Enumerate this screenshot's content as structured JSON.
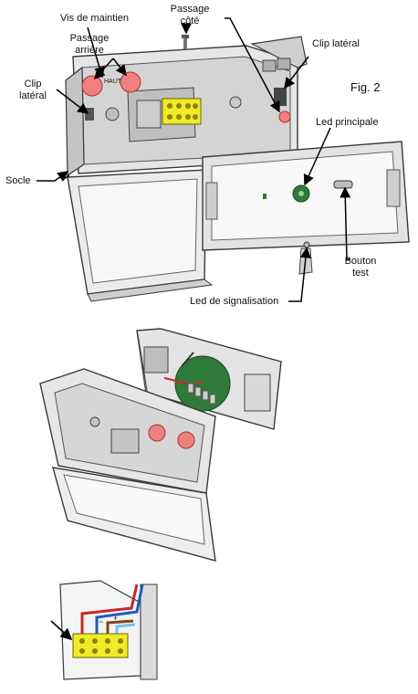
{
  "labels": {
    "vis_maintien": "Vis de maintien",
    "passage_cote_1": "Passage",
    "passage_cote_2": "côté",
    "passage_arriere_1": "Passage",
    "passage_arriere_2": "arrière",
    "clip_lateral_left_1": "Clip",
    "clip_lateral_left_2": "latéral",
    "clip_lateral_right": "Clip latéral",
    "fig": "Fig. 2",
    "led_principale": "Led principale",
    "socle": "Socle",
    "bouton_test_1": "Bouton",
    "bouton_test_2": "test",
    "led_signalisation": "Led de signalisation",
    "haut": "HAUT"
  },
  "colors": {
    "outline": "#3a3a3a",
    "body_grey": "#dcdcdc",
    "dark_grey": "#9a9a9a",
    "passage_red": "#f08080",
    "terminal_yellow": "#f0ea2a",
    "pcb_green": "#2f7a3a",
    "wire_red": "#c62828",
    "wire_blue": "#1e5bbf",
    "wire_brown": "#7a4a1a"
  }
}
